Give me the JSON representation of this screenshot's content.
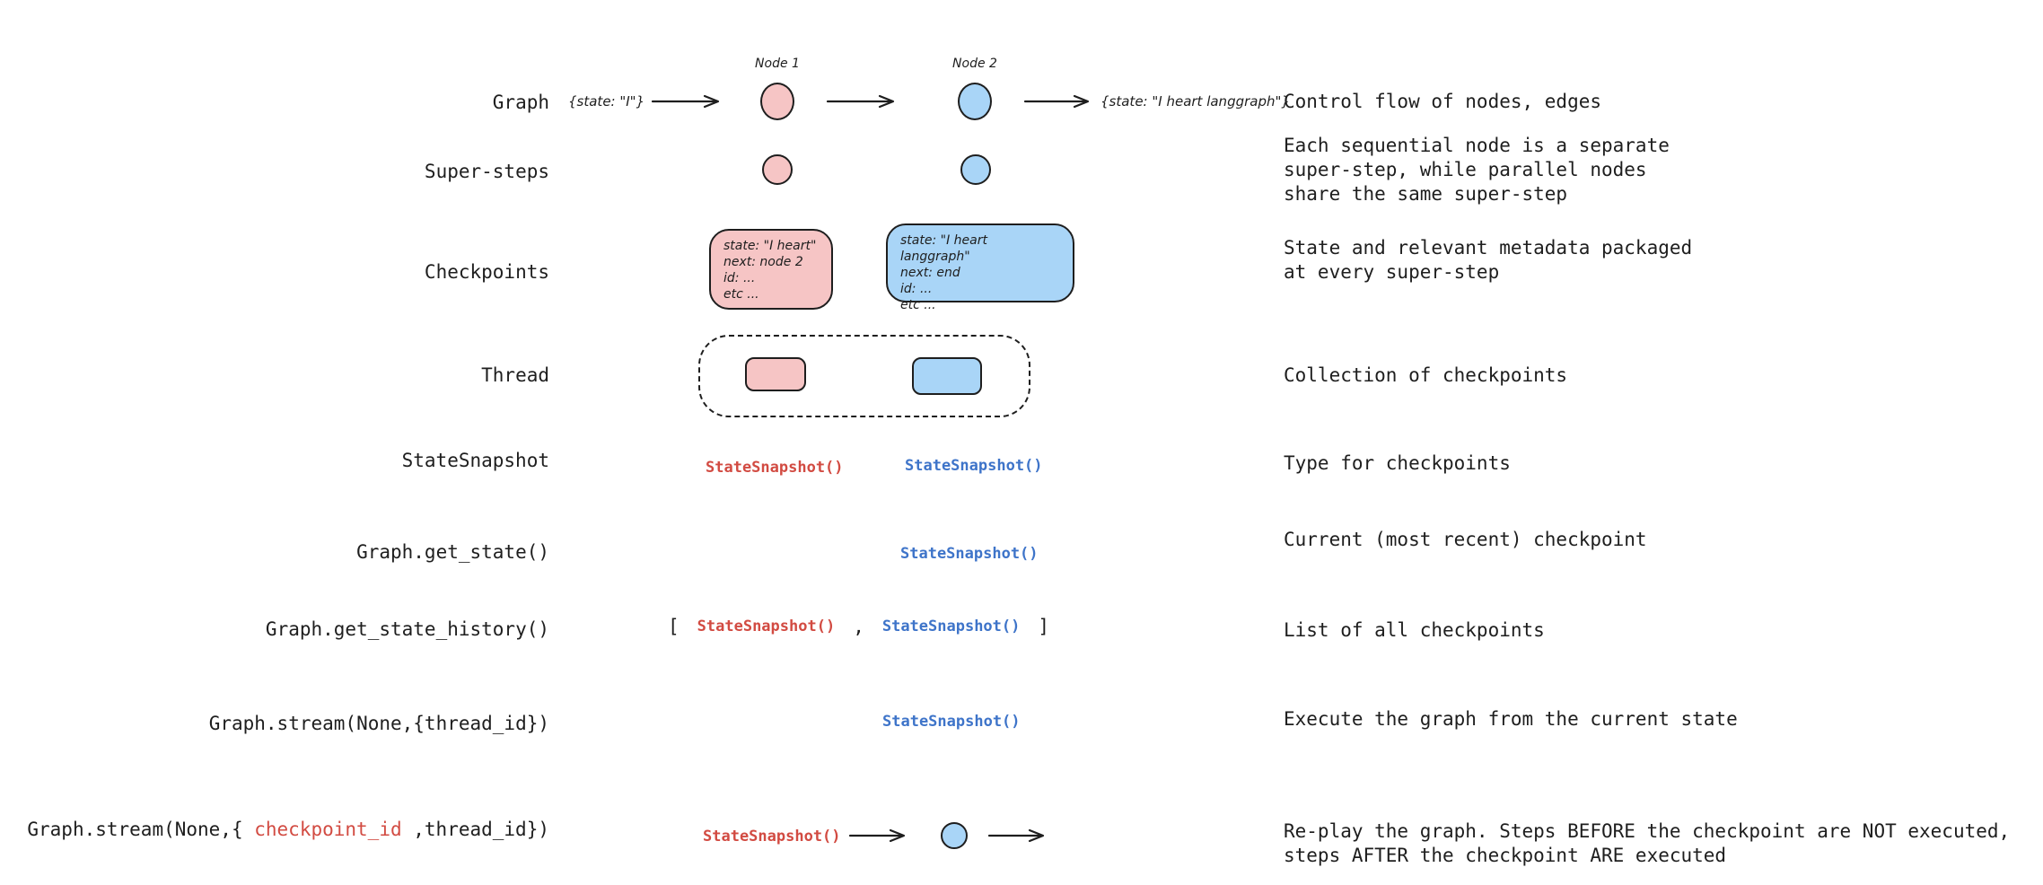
{
  "palette": {
    "ink": "#1e1e1e",
    "pink_fill": "#f6c5c5",
    "blue_fill": "#a9d5f7",
    "red_text": "#d24b42",
    "blue_text": "#3e74c9"
  },
  "rows": [
    {
      "label": "Graph",
      "description": "Control flow of nodes, edges"
    },
    {
      "label": "Super-steps",
      "description": "Each sequential node is a separate\nsuper-step, while parallel nodes\nshare the same super-step"
    },
    {
      "label": "Checkpoints",
      "description": "State and relevant metadata packaged\nat every super-step"
    },
    {
      "label": "Thread",
      "description": "Collection of checkpoints"
    },
    {
      "label": "StateSnapshot",
      "description": "Type for checkpoints"
    },
    {
      "label": "Graph.get_state()",
      "description": "Current (most recent) checkpoint"
    },
    {
      "label": "Graph.get_state_history()",
      "description": "List of all checkpoints"
    },
    {
      "label": "Graph.stream(None,{thread_id})",
      "description": "Execute the graph from the current state"
    },
    {
      "label_pre": "Graph.stream(None,{ ",
      "label_red": "checkpoint_id",
      "label_post": " ,thread_id})",
      "description": "Re-play the graph. Steps BEFORE the checkpoint are NOT executed,\nsteps AFTER the checkpoint ARE executed"
    }
  ],
  "graph_row": {
    "input_state": "{state: \"I\"}",
    "node1_label": "Node 1",
    "node2_label": "Node 2",
    "output_state": "{state: \"I heart langgraph\"}"
  },
  "checkpoints": {
    "pink_box": "state: \"I heart\"\nnext: node 2\nid: ...\netc ...",
    "blue_box": "state: \"I heart langgraph\"\nnext: end\nid: ...\netc ..."
  },
  "snapshot": {
    "code": "StateSnapshot()",
    "bracket_open": "[",
    "comma": ",",
    "bracket_close": "]"
  }
}
